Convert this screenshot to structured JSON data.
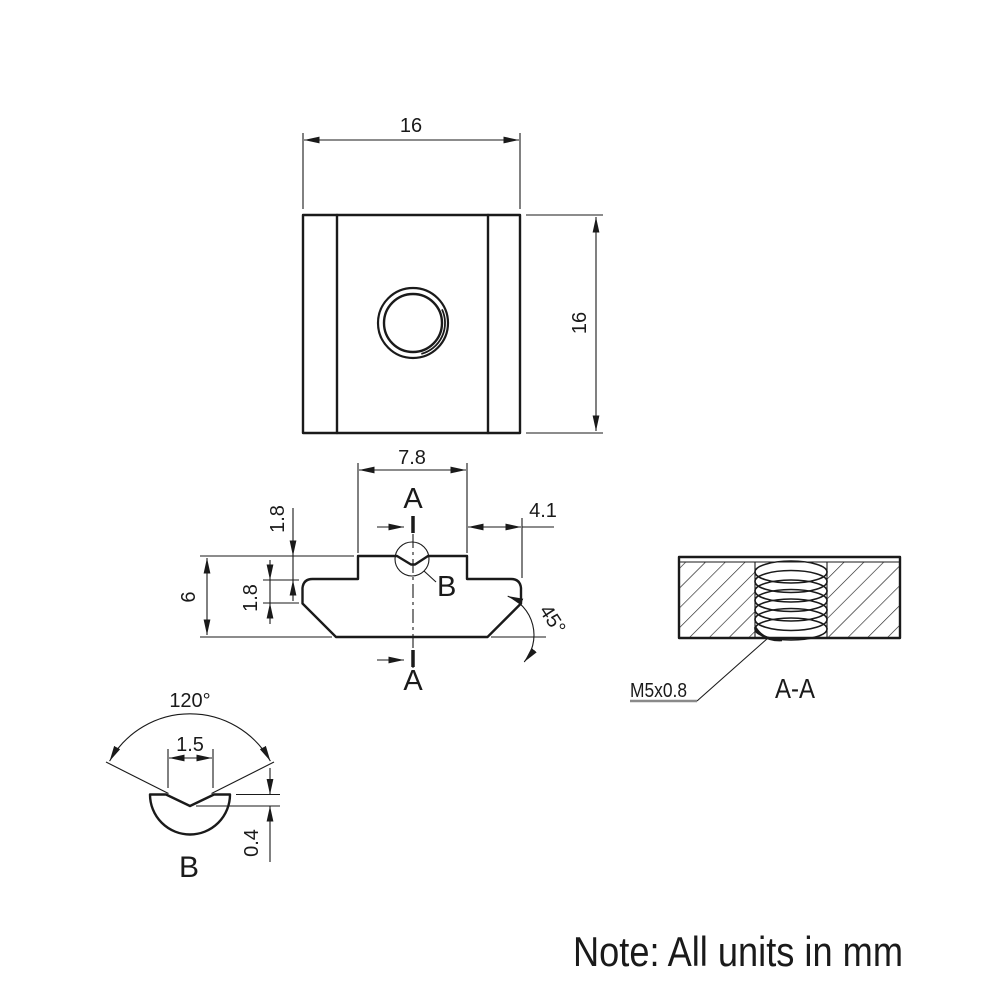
{
  "note": "Note: All units in mm",
  "views": {
    "top": {
      "dim_width": "16",
      "dim_height": "16"
    },
    "front": {
      "dim_top_width": "7.8",
      "dim_right_offset": "4.1",
      "dim_step_upper": "1.8",
      "dim_step_lower": "1.8",
      "dim_height": "6",
      "dim_chamfer_angle": "45°",
      "section_label": "A",
      "detail_ref": "B"
    },
    "section": {
      "title": "A-A",
      "thread_callout": "M5x0.8"
    },
    "detail": {
      "title": "B",
      "dim_angle": "120°",
      "dim_notch_width": "1.5",
      "dim_notch_depth": "0.4"
    }
  },
  "colors": {
    "line": "#1a1a1a",
    "background": "#ffffff"
  }
}
